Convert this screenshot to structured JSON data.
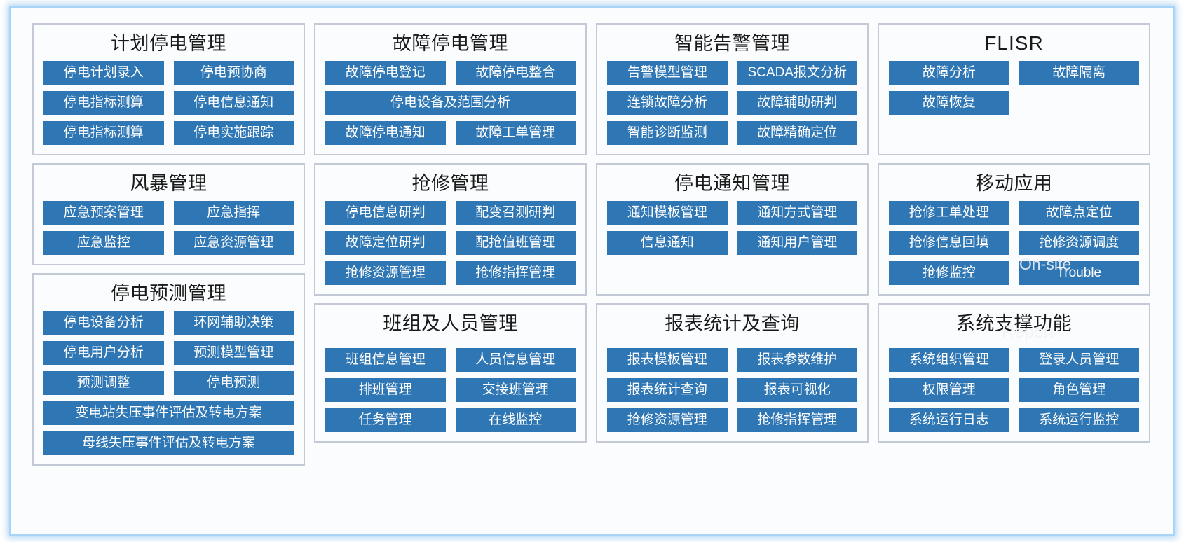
{
  "theme": {
    "button_color": "#2f76b4",
    "button_text_color": "#ffffff",
    "panel_border_color": "#c3c9d6",
    "frame_border_color": "#a8d4f7",
    "page_background": "#fbfcfd",
    "title_color": "#1a1a1a"
  },
  "panels": {
    "planned_outage": {
      "title": "计划停电管理",
      "rows": [
        [
          "停电计划录入",
          "停电预协商"
        ],
        [
          "停电指标测算",
          "停电信息通知"
        ],
        [
          "停电指标测算",
          "停电实施跟踪"
        ]
      ]
    },
    "fault_outage": {
      "title": "故障停电管理",
      "rows": [
        [
          "故障停电登记",
          "故障停电整合"
        ],
        [
          "停电设备及范围分析"
        ],
        [
          "故障停电通知",
          "故障工单管理"
        ]
      ]
    },
    "smart_alarm": {
      "title": "智能告警管理",
      "rows": [
        [
          "告警模型管理",
          "SCADA报文分析"
        ],
        [
          "连锁故障分析",
          "故障辅助研判"
        ],
        [
          "智能诊断监测",
          "故障精确定位"
        ]
      ]
    },
    "flisr": {
      "title": "FLISR",
      "rows": [
        [
          "故障分析",
          "故障隔离"
        ],
        [
          "故障恢复"
        ]
      ]
    },
    "storm": {
      "title": "风暴管理",
      "rows": [
        [
          "应急预案管理",
          "应急指挥"
        ],
        [
          "应急监控",
          "应急资源管理"
        ]
      ]
    },
    "repair": {
      "title": "抢修管理",
      "rows": [
        [
          "停电信息研判",
          "配变召测研判"
        ],
        [
          "故障定位研判",
          "配抢值班管理"
        ],
        [
          "抢修资源管理",
          "抢修指挥管理"
        ]
      ]
    },
    "outage_notice": {
      "title": "停电通知管理",
      "rows": [
        [
          "通知模板管理",
          "通知方式管理"
        ],
        [
          "信息通知",
          "通知用户管理"
        ]
      ]
    },
    "mobile_app": {
      "title": "移动应用",
      "rows": [
        [
          "抢修工单处理",
          "故障点定位"
        ],
        [
          "抢修信息回填",
          "抢修资源调度"
        ],
        [
          "抢修监控",
          "Trouble"
        ]
      ],
      "overlay_label": "On-site"
    },
    "outage_forecast": {
      "title": "停电预测管理",
      "rows": [
        [
          "停电设备分析",
          "环网辅助决策"
        ],
        [
          "停电用户分析",
          "预测模型管理"
        ],
        [
          "预测调整",
          "停电预测"
        ],
        [
          "变电站失压事件评估及转电方案"
        ],
        [
          "母线失压事件评估及转电方案"
        ]
      ]
    },
    "team_personnel": {
      "title": "班组及人员管理",
      "rows": [
        [
          "班组信息管理",
          "人员信息管理"
        ],
        [
          "排班管理",
          "交接班管理"
        ],
        [
          "任务管理",
          "在线监控"
        ]
      ]
    },
    "report_query": {
      "title": "报表统计及查询",
      "rows": [
        [
          "报表模板管理",
          "报表参数维护"
        ],
        [
          "报表统计查询",
          "报表可视化"
        ],
        [
          "抢修资源管理",
          "抢修指挥管理"
        ]
      ]
    },
    "system_support": {
      "title": "系统支撑功能",
      "rows": [
        [
          "系统组织管理",
          "登录人员管理"
        ],
        [
          "权限管理",
          "角色管理"
        ],
        [
          "系统运行日志",
          "系统运行监控"
        ]
      ]
    }
  },
  "watermarks": {
    "report": "Report"
  }
}
